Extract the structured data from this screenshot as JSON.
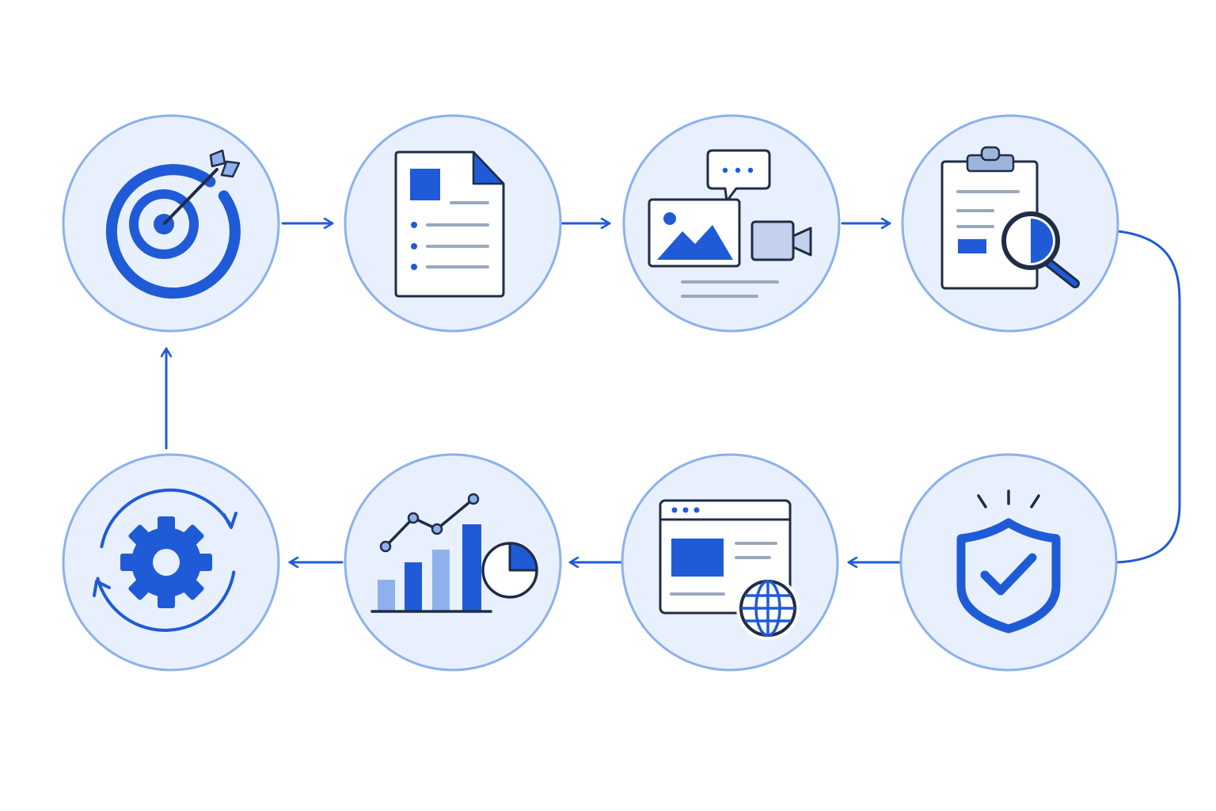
{
  "colors": {
    "background": "#ffffff",
    "node_fill": "#e9f0fd",
    "node_ring": "#8cb1eb",
    "connector": "#1f5bd6",
    "accent": "#1f5bd6",
    "accent_light": "#8eb0ec",
    "ink": "#1f2d45",
    "gray_line": "#9aa8bd"
  },
  "nodes": [
    {
      "id": "goal",
      "icon": "target-icon"
    },
    {
      "id": "brief",
      "icon": "document-icon"
    },
    {
      "id": "content",
      "icon": "media-icon"
    },
    {
      "id": "review",
      "icon": "clipboard-search-icon"
    },
    {
      "id": "approve",
      "icon": "shield-check-icon"
    },
    {
      "id": "publish",
      "icon": "web-browser-globe-icon"
    },
    {
      "id": "analyze",
      "icon": "analytics-chart-icon"
    },
    {
      "id": "optimize",
      "icon": "gear-cycle-icon"
    }
  ],
  "flow": [
    [
      "goal",
      "brief"
    ],
    [
      "brief",
      "content"
    ],
    [
      "content",
      "review"
    ],
    [
      "review",
      "approve"
    ],
    [
      "approve",
      "publish"
    ],
    [
      "publish",
      "analyze"
    ],
    [
      "analyze",
      "optimize"
    ],
    [
      "optimize",
      "goal"
    ]
  ]
}
